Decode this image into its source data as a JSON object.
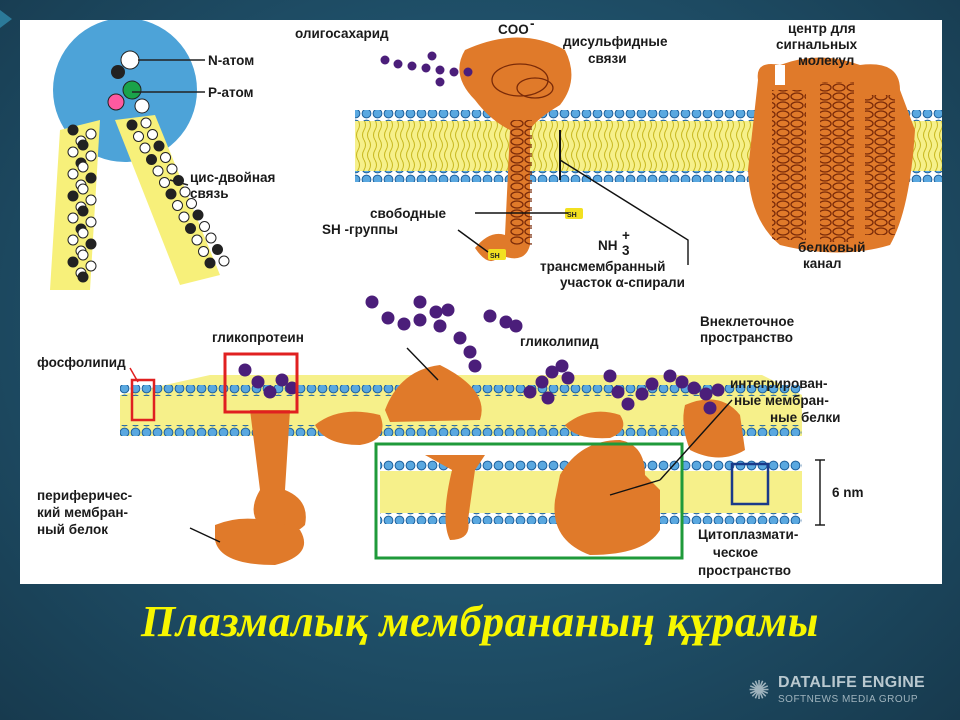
{
  "slide": {
    "title": "Плазмалық мембрананың құрамы"
  },
  "diagram": {
    "labels": {
      "n_atom": "N-атом",
      "p_atom": "P-атом",
      "cis_double_1": "цис-двойная",
      "cis_double_2": "связь",
      "oligosaccharide": "олигосахарид",
      "coo": "COO",
      "coo_charge": "-",
      "disulfide_1": "дисульфидные",
      "disulfide_2": "связи",
      "signal_center_1": "центр для",
      "signal_center_2": "сигнальных",
      "signal_center_3": "молекул",
      "free_sh_1": "свободные",
      "free_sh_2": "SH -группы",
      "sh_tag": "SH",
      "nh3": "NH",
      "nh3_sub": "3",
      "nh3_charge": "+",
      "transmembrane_1": "трансмембранный",
      "transmembrane_2": "участок α-спирали",
      "protein_channel_1": "белковый",
      "protein_channel_2": "канал",
      "phospholipid": "фосфолипид",
      "glycoprotein": "гликопротеин",
      "glycolipid": "гликолипид",
      "extracellular_1": "Внеклеточное",
      "extracellular_2": "пространство",
      "integrated_1": "интегрирован-",
      "integrated_2": "ные мембран-",
      "integrated_3": "ные белки",
      "thickness": "6 nm",
      "peripheral_1": "периферичес-",
      "peripheral_2": "кий мембран-",
      "peripheral_3": "ный белок",
      "cytoplasmic_1": "Цитоплазмати-",
      "cytoplasmic_2": "ческое",
      "cytoplasmic_3": "пространство"
    },
    "colors": {
      "protein": "#e07a2a",
      "lipid_head": "#5aa8e0",
      "lipid_tail": "#f6f08a",
      "sugar": "#4b1e7a",
      "highlight_red": "#e02020",
      "highlight_green": "#1f9a3a",
      "highlight_blue": "#1a3a8a"
    }
  },
  "watermark": {
    "brand": "DATALIFE ENGINE",
    "tagline": "SOFTNEWS MEDIA GROUP",
    "icon": "dle-logo-icon"
  }
}
